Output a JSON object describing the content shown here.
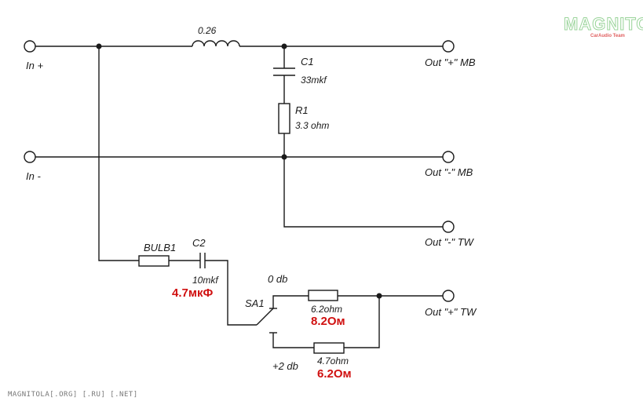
{
  "watermark": {
    "logo": "MAGNITOLA",
    "logo_sub": "CarAudio Team",
    "footer": "MAGNITOLA[.ORG] [.RU] [.NET]"
  },
  "terminals": {
    "in_plus": "In +",
    "in_minus": "In -",
    "out_plus_mb": "Out \"+\" MB",
    "out_minus_mb": "Out \"-\" MB",
    "out_minus_tw": "Out \"-\" TW",
    "out_plus_tw": "Out \"+\" TW"
  },
  "components": {
    "l1_value": "0.26",
    "c1_name": "C1",
    "c1_value": "33mkf",
    "r1_name": "R1",
    "r1_value": "3.3 ohm",
    "bulb_name": "BULB1",
    "c2_name": "C2",
    "c2_value": "10mkf",
    "c2_correction": "4.7мкФ",
    "switch_name": "SA1",
    "pos_0db": "0 db",
    "pos_2db": "+2 db",
    "r_top_value": "6.2ohm",
    "r_top_correction": "8.2Ом",
    "r_bot_value": "4.7ohm",
    "r_bot_correction": "6.2Ом"
  },
  "colors": {
    "line": "#1a1a1a",
    "correction": "#d01010",
    "logo": "#9bd49b"
  }
}
